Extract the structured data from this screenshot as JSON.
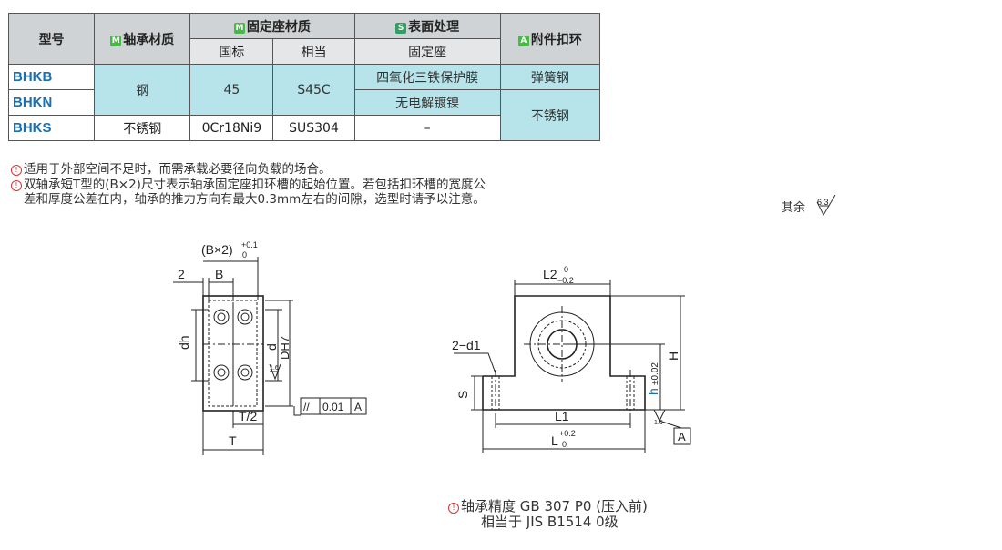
{
  "table": {
    "head": {
      "model": "型号",
      "bearing_material": "轴承材质",
      "bearing_badge": "M",
      "seat_material": "固定座材质",
      "seat_badge": "M",
      "surface": "表面处理",
      "surface_badge": "S",
      "accessory": "附件扣环",
      "accessory_badge": "A",
      "gb": "国标",
      "equiv": "相当",
      "fixed_seat": "固定座"
    },
    "rows": {
      "bhkb": "BHKB",
      "bhkn": "BHKN",
      "bhks": "BHKS",
      "steel": "钢",
      "gb45": "45",
      "s45c": "S45C",
      "black": "四氧化三铁保护膜",
      "spring_steel": "弹簧钢",
      "nickel": "无电解镀镍",
      "stainless_acc": "不锈钢",
      "stainless": "不锈钢",
      "ocr": "0Cr18Ni9",
      "sus": "SUS304",
      "dash": "–"
    },
    "colors": {
      "header": "#d0d3d5",
      "cyan": "#b7e4ea",
      "model": "#1a6fb3",
      "badge_green": "#48b848"
    }
  },
  "notes": {
    "n1": "适用于外部空间不足时，而需承载必要径向负载的场合。",
    "n2a": "双轴承短T型的(B×2)尺寸表示轴承固定座扣环槽的起始位置。若包括扣环槽的宽度公",
    "n2b": "差和厚度公差在内，轴承的推力方向有最大0.3mm左右的间隙，选型时请予以注意。"
  },
  "roughness": {
    "label": "其余",
    "value": "6.3"
  },
  "drawing_left": {
    "top_dim": "(B×2)",
    "top_tol_up": "+0.1",
    "top_tol_low": "0",
    "dim_2": "2",
    "dim_b": "B",
    "dim_dh": "dh",
    "dim_d": "d",
    "dim_dh7": "DH7",
    "rough_16": "1.6",
    "par_sym": "//",
    "par_val": "0.01",
    "par_ref": "A",
    "dim_t2": "T/2",
    "dim_t": "T"
  },
  "drawing_right": {
    "l2": "L2",
    "l2_tol_up": "0",
    "l2_tol_low": "−0.2",
    "d1": "2−d1",
    "s": "S",
    "h": "h",
    "h_tol": "±0.02",
    "H": "H",
    "l1": "L1",
    "l": "L",
    "l_tol_up": "+0.2",
    "l_tol_low": "0",
    "rough_16": "1.6",
    "datum": "A"
  },
  "precision": {
    "line1": "轴承精度  GB  307  P0 (压入前)",
    "line2": "相当于  JIS  B1514  0级"
  }
}
